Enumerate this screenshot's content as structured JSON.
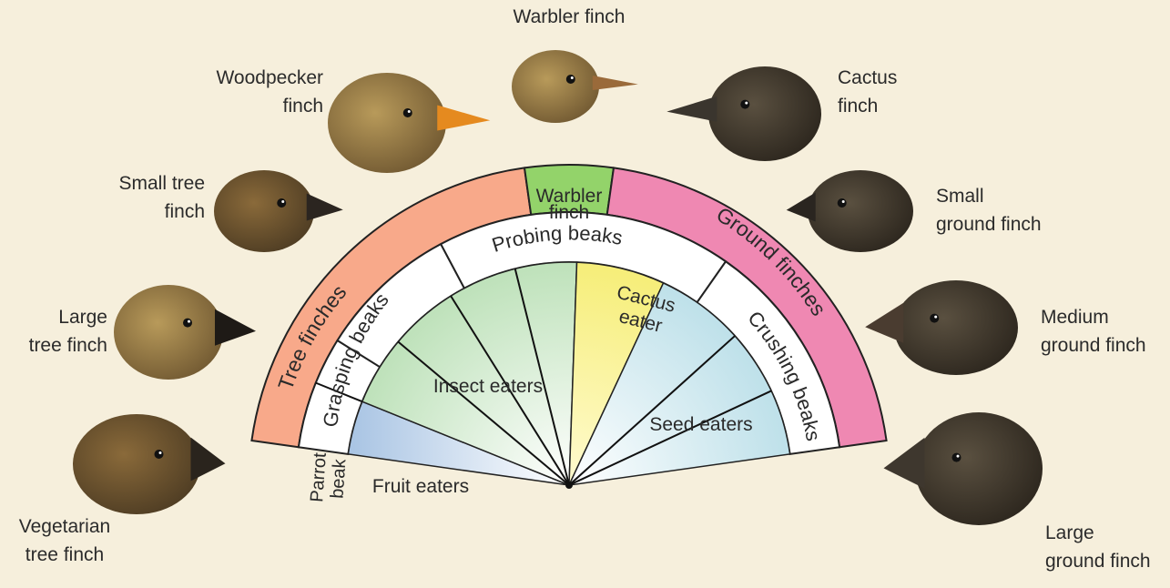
{
  "birds": {
    "woodpecker": {
      "line1": "Woodpecker",
      "line2": "finch"
    },
    "warbler": {
      "line1": "Warbler finch"
    },
    "cactus": {
      "line1": "Cactus",
      "line2": "finch"
    },
    "small_tree": {
      "line1": "Small tree",
      "line2": "finch"
    },
    "small_ground": {
      "line1": "Small",
      "line2": "ground finch"
    },
    "large_tree": {
      "line1": "Large",
      "line2": "tree finch"
    },
    "medium_ground": {
      "line1": "Medium",
      "line2": "ground finch"
    },
    "vegetarian": {
      "line1": "Vegetarian",
      "line2": "tree finch"
    },
    "large_ground": {
      "line1": "Large",
      "line2": "ground finch"
    }
  },
  "outer_ring": {
    "tree_finches": "Tree finches",
    "warbler_line1": "Warbler",
    "warbler_line2": "finch",
    "ground_finches": "Ground finches"
  },
  "middle_ring": {
    "parrot_line1": "Parrot",
    "parrot_line2": "beak",
    "grasping": "Grasping beaks",
    "probing": "Probing beaks",
    "crushing": "Crushing beaks"
  },
  "inner": {
    "fruit": "Fruit eaters",
    "insect": "Insect eaters",
    "cactus_line1": "Cactus",
    "cactus_line2": "eater",
    "seed": "Seed eaters"
  },
  "colors": {
    "background": "#f6efdc",
    "tree_finches": "#f8a98a",
    "warbler_finch": "#93d36a",
    "ground_finches": "#ef88b2",
    "insect_eaters": "#cfe9c9",
    "fruit_eaters": "#b8d0e8",
    "cactus_eater": "#f8f28a",
    "seed_eaters": "#cfe9ee"
  }
}
